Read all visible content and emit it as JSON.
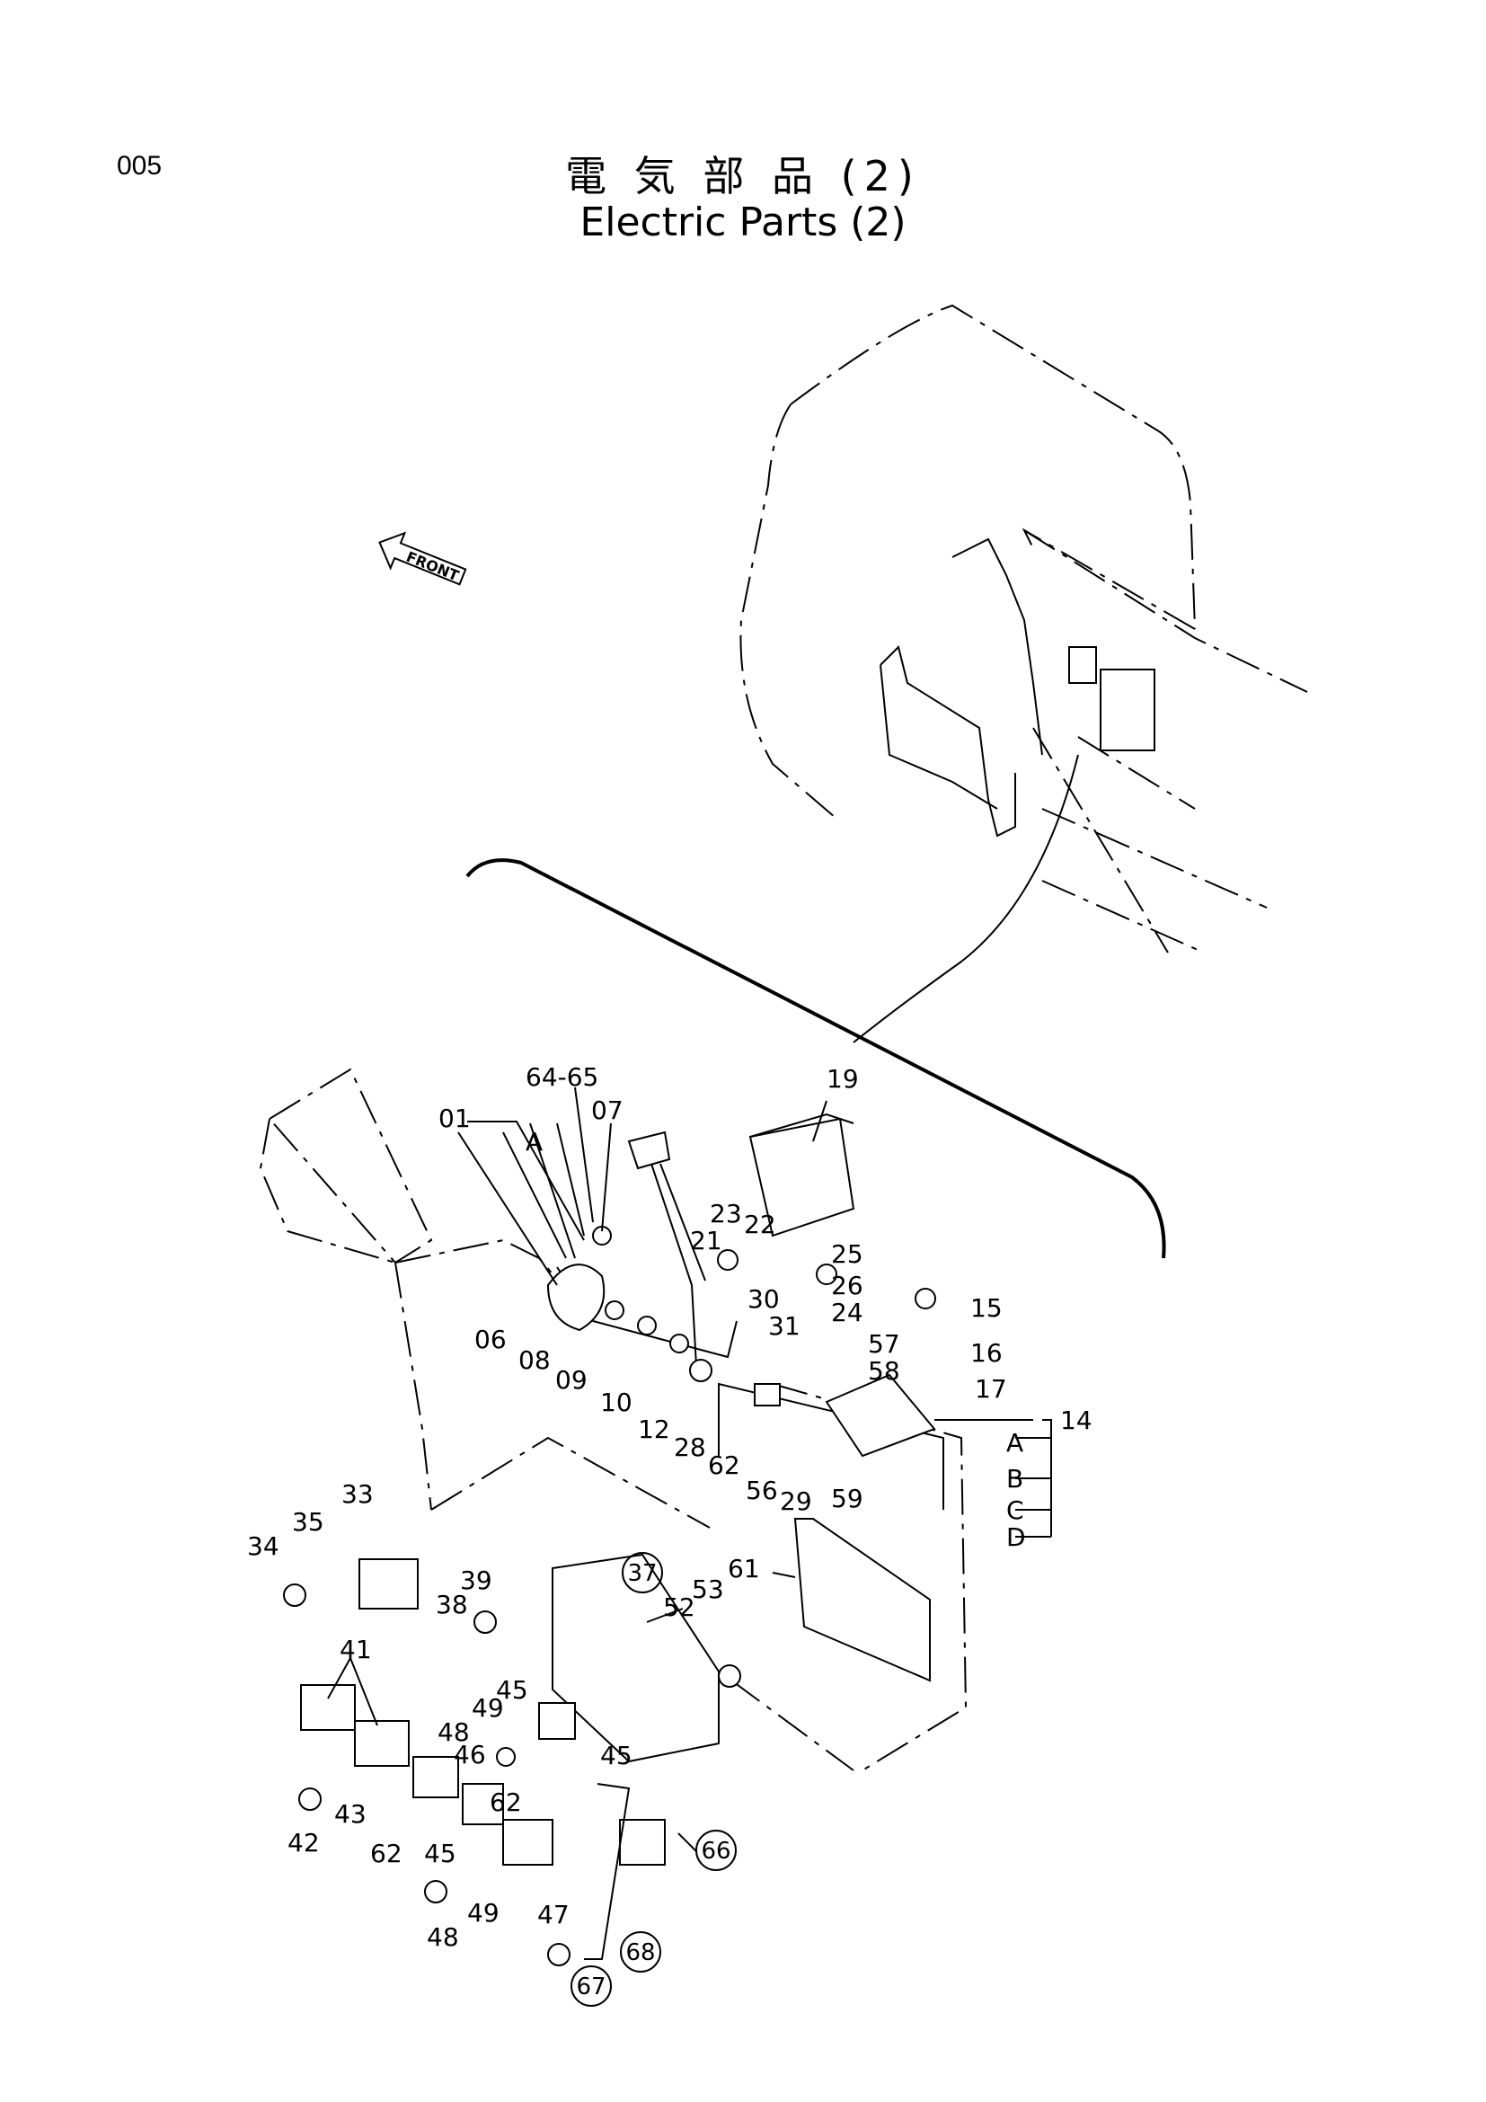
{
  "page": {
    "number": "005"
  },
  "title": {
    "japanese": "電 気 部 品 (2)",
    "english": "Electric Parts (2)"
  },
  "direction_arrow": {
    "label": "FRONT"
  },
  "callouts": [
    {
      "id": "c01",
      "text": "01"
    },
    {
      "id": "cA",
      "text": "A"
    },
    {
      "id": "c6465",
      "text": "64-65"
    },
    {
      "id": "c07",
      "text": "07"
    },
    {
      "id": "c19",
      "text": "19"
    },
    {
      "id": "c23",
      "text": "23"
    },
    {
      "id": "c22",
      "text": "22"
    },
    {
      "id": "c21",
      "text": "21"
    },
    {
      "id": "c25",
      "text": "25"
    },
    {
      "id": "c26",
      "text": "26"
    },
    {
      "id": "c24",
      "text": "24"
    },
    {
      "id": "c30",
      "text": "30"
    },
    {
      "id": "c31",
      "text": "31"
    },
    {
      "id": "c15",
      "text": "15"
    },
    {
      "id": "c16",
      "text": "16"
    },
    {
      "id": "c17",
      "text": "17"
    },
    {
      "id": "c57",
      "text": "57"
    },
    {
      "id": "c58",
      "text": "58"
    },
    {
      "id": "c06",
      "text": "06"
    },
    {
      "id": "c08",
      "text": "08"
    },
    {
      "id": "c09",
      "text": "09"
    },
    {
      "id": "c10",
      "text": "10"
    },
    {
      "id": "c12",
      "text": "12"
    },
    {
      "id": "c28",
      "text": "28"
    },
    {
      "id": "c62a",
      "text": "62"
    },
    {
      "id": "c56",
      "text": "56"
    },
    {
      "id": "c29",
      "text": "29"
    },
    {
      "id": "c59",
      "text": "59"
    },
    {
      "id": "c14",
      "text": "14"
    },
    {
      "id": "cA2",
      "text": "A"
    },
    {
      "id": "cB",
      "text": "B"
    },
    {
      "id": "cC",
      "text": "C"
    },
    {
      "id": "cD",
      "text": "D"
    },
    {
      "id": "c33",
      "text": "33"
    },
    {
      "id": "c35",
      "text": "35"
    },
    {
      "id": "c34",
      "text": "34"
    },
    {
      "id": "c39",
      "text": "39"
    },
    {
      "id": "c38",
      "text": "38"
    },
    {
      "id": "c61",
      "text": "61"
    },
    {
      "id": "c53",
      "text": "53"
    },
    {
      "id": "c52",
      "text": "52"
    },
    {
      "id": "c41",
      "text": "41"
    },
    {
      "id": "c45a",
      "text": "45"
    },
    {
      "id": "c49a",
      "text": "49"
    },
    {
      "id": "c48a",
      "text": "48"
    },
    {
      "id": "c46",
      "text": "46"
    },
    {
      "id": "c45b",
      "text": "45"
    },
    {
      "id": "c62b",
      "text": "62"
    },
    {
      "id": "c43",
      "text": "43"
    },
    {
      "id": "c42",
      "text": "42"
    },
    {
      "id": "c62c",
      "text": "62"
    },
    {
      "id": "c45c",
      "text": "45"
    },
    {
      "id": "c49b",
      "text": "49"
    },
    {
      "id": "c48b",
      "text": "48"
    },
    {
      "id": "c47",
      "text": "47"
    }
  ],
  "circled_callouts": [
    {
      "id": "c37",
      "text": "37"
    },
    {
      "id": "c66",
      "text": "66"
    },
    {
      "id": "c68",
      "text": "68"
    },
    {
      "id": "c67",
      "text": "67"
    }
  ]
}
